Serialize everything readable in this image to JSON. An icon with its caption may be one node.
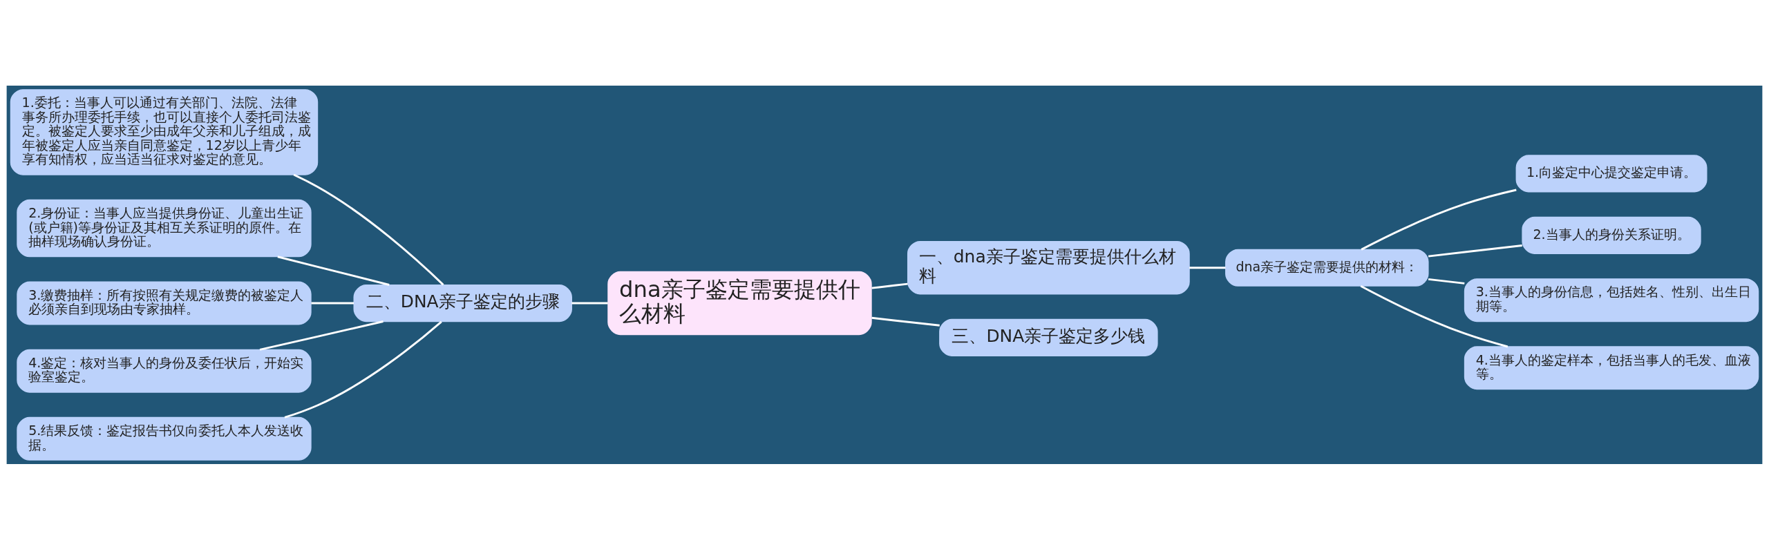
{
  "diagram": {
    "nodes": [
      {
        "text": [
          "dna亲子鉴定需要提供什么材料"
        ]
      },
      {
        "text": [
          "一、dna亲子鉴定需要提供什么材料"
        ]
      },
      {
        "text": [
          "dna亲子鉴定需要提供的材料："
        ]
      },
      {
        "text": [
          "1.向鉴定中心提交鉴定申请。"
        ]
      },
      {
        "text": [
          "2.当事人的身份关系证明。"
        ]
      },
      {
        "text": [
          "3.当事人的身份信息，包括姓名、性别、出生日期等。"
        ]
      },
      {
        "text": [
          "4.当事人的鉴定样本，包括当事人的毛发、血液等。"
        ]
      },
      {
        "text": [
          "二、DNA亲子鉴定的步骤"
        ]
      },
      {
        "text": [
          "1.委托：当事人可以通过有关部门、法院、法律事务所办理委托手续，也可以直接个人委托司法鉴定。被鉴定人要求至少由成年父亲和儿子组成，成年被鉴定人应当亲自同意鉴定，12岁以上青少年享有知情权，应当适当征求对鉴定的意见。"
        ]
      },
      {
        "text": [
          "2.身份证：当事人应当提供身份证、儿童出生证(或户籍)等身份证及其相互关系证明的原件。在抽样现场确认身份证。"
        ]
      },
      {
        "text": [
          "3.缴费抽样：所有按照有关规定缴费的被鉴定人必须亲自到现场由专家抽样。"
        ]
      },
      {
        "text": [
          "4.鉴定：核对当事人的身份及委任状后，开始实验室鉴定。"
        ]
      },
      {
        "text": [
          "5.结果反馈：鉴定报告书仅向委托人本人发送收据。"
        ]
      },
      {
        "text": [
          "三、DNA亲子鉴定多少钱"
        ]
      }
    ],
    "edges": [
      {
        "from": 0,
        "to": 1,
        "arrow": "none"
      },
      {
        "from": 1,
        "to": 2,
        "arrow": "none"
      },
      {
        "from": 2,
        "to": 3,
        "arrow": "none"
      },
      {
        "from": 2,
        "to": 4,
        "arrow": "none"
      },
      {
        "from": 2,
        "to": 5,
        "arrow": "none"
      },
      {
        "from": 2,
        "to": 6,
        "arrow": "none"
      },
      {
        "from": 7,
        "to": 0,
        "arrow": "none"
      },
      {
        "from": 8,
        "to": 7,
        "arrow": "none"
      },
      {
        "from": 9,
        "to": 7,
        "arrow": "none"
      },
      {
        "from": 10,
        "to": 7,
        "arrow": "none"
      },
      {
        "from": 11,
        "to": 7,
        "arrow": "none"
      },
      {
        "from": 12,
        "to": 7,
        "arrow": "none"
      },
      {
        "from": 0,
        "to": 13,
        "arrow": "none"
      }
    ]
  }
}
